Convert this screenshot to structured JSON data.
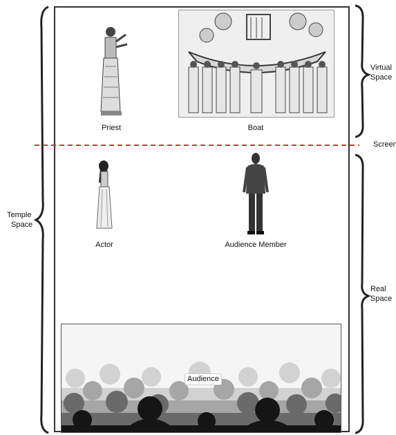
{
  "diagram": {
    "labels": {
      "priest": "Priest",
      "boat": "Boat",
      "actor": "Actor",
      "audience_member": "Audience Member",
      "audience": "Audience",
      "screen": "Screen",
      "temple_space": [
        "Temple",
        "Space"
      ],
      "virtual_space": [
        "Virtual",
        "Space"
      ],
      "real_space": [
        "Real",
        "Space"
      ]
    },
    "colors": {
      "screen_line": "#d9322b",
      "frame": "#333333",
      "brace": "#222222"
    }
  }
}
